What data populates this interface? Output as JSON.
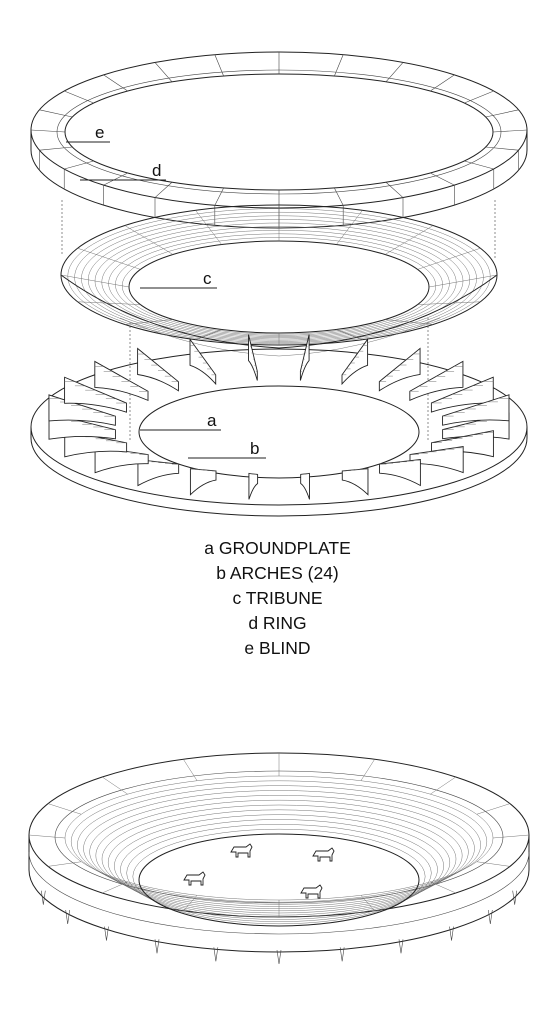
{
  "callouts": {
    "a": "a",
    "b": "b",
    "c": "c",
    "d": "d",
    "e": "e"
  },
  "legend": [
    "a GROUNDPLATE",
    "b ARCHES (24)",
    "c TRIBUNE",
    "d RING",
    "e BLIND"
  ],
  "colors": {
    "line": "#222222",
    "background": "#ffffff"
  }
}
